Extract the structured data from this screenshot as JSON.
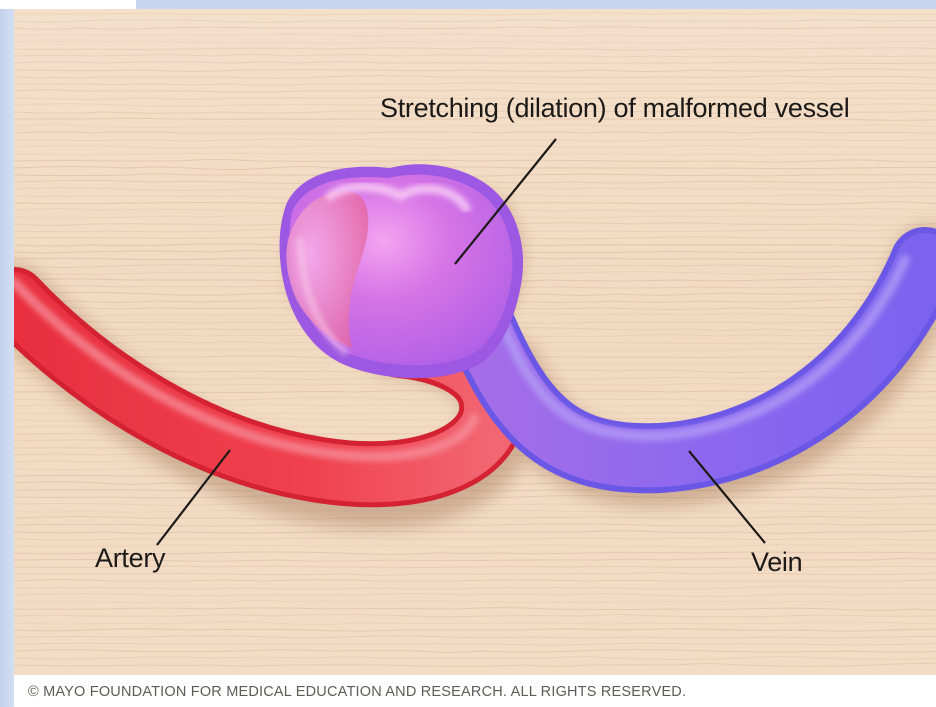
{
  "labels": {
    "dilation": "Stretching (dilation) of malformed vessel",
    "artery": "Artery",
    "vein": "Vein"
  },
  "copyright": "© MAYO FOUNDATION FOR MEDICAL EDUCATION AND RESEARCH. ALL RIGHTS RESERVED.",
  "colors": {
    "background_tissue": "#f3dcc4",
    "tissue_grain": "#d9b89a",
    "artery": "#ef3a4a",
    "vein": "#8a66ee",
    "dilated_vessel": "#cc66e0",
    "frame": "#c7d6ee",
    "leader_lines": "#1c1a18"
  }
}
